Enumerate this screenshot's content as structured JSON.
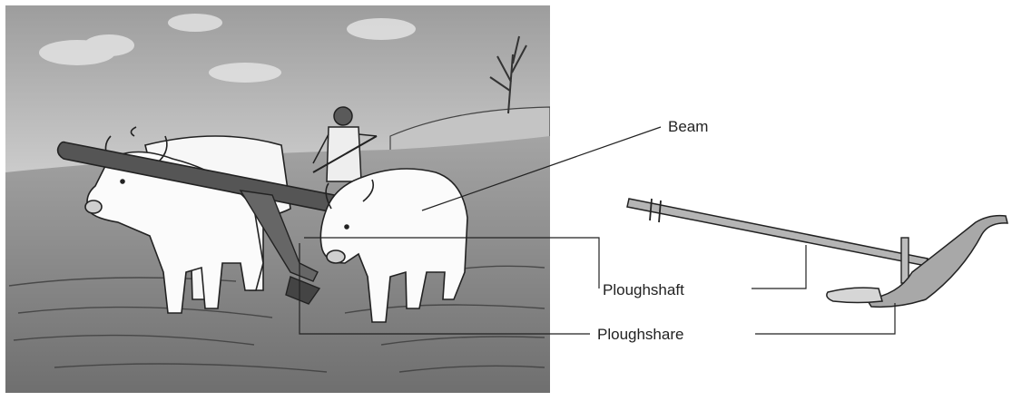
{
  "diagram": {
    "labels": {
      "beam": "Beam",
      "ploughshaft": "Ploughshaft",
      "ploughshare": "Ploughshare"
    },
    "colors": {
      "line": "#222222",
      "sky": "#b9b9b9",
      "field": "#8c8c8c",
      "ox": "#f7f7f7",
      "wood": "#555555"
    }
  }
}
